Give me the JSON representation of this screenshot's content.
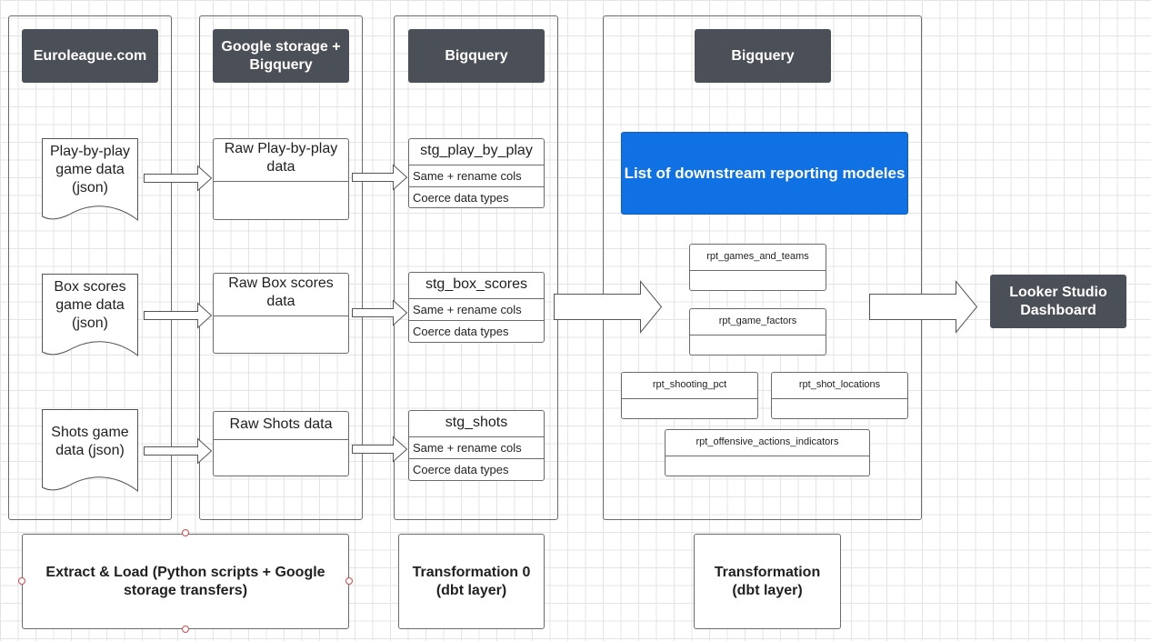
{
  "columns": {
    "source": {
      "header": "Euroleague.com"
    },
    "storage": {
      "header": "Google storage + Bigquery"
    },
    "staging": {
      "header": "Bigquery"
    },
    "reporting": {
      "header": "Bigquery"
    }
  },
  "documents": [
    {
      "label": "Play-by-play game data (json)"
    },
    {
      "label": "Box scores game data (json)"
    },
    {
      "label": "Shots game data (json)"
    }
  ],
  "raw_tables": [
    {
      "title": "Raw Play-by-play data"
    },
    {
      "title": "Raw Box scores data"
    },
    {
      "title": "Raw Shots data"
    }
  ],
  "staging_models": [
    {
      "title": "stg_play_by_play",
      "rows": [
        "Same + rename cols",
        "Coerce data types"
      ]
    },
    {
      "title": "stg_box_scores",
      "rows": [
        "Same + rename cols",
        "Coerce data types"
      ]
    },
    {
      "title": "stg_shots",
      "rows": [
        "Same + rename cols",
        "Coerce data types"
      ]
    }
  ],
  "reporting": {
    "banner": "List of downstream reporting modeles",
    "models": [
      "rpt_games_and_teams",
      "rpt_game_factors",
      "rpt_shooting_pct",
      "rpt_shot_locations",
      "rpt_offensive_actions_indicators"
    ]
  },
  "dashboard": {
    "label": "Looker Studio Dashboard"
  },
  "footers": {
    "extract_load": "Extract & Load  (Python scripts + Google storage transfers)",
    "transformation_0": "Transformation 0 (dbt layer)",
    "transformation": "Transformation (dbt layer)"
  },
  "colors": {
    "header_bg": "#4b4f57",
    "banner_bg": "#1071e5",
    "handle": "#d64a4a"
  }
}
